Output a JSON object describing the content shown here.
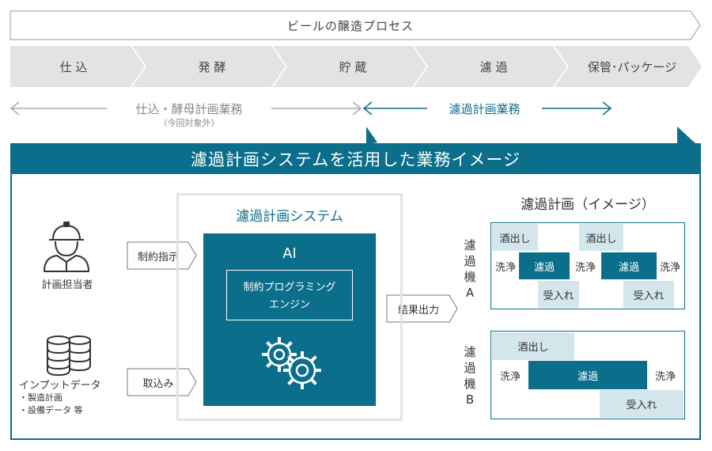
{
  "process": {
    "title": "ビールの醸造プロセス",
    "steps": [
      "仕 込",
      "発 酵",
      "貯 蔵",
      "濾 過",
      "保管･パッケージ"
    ]
  },
  "scope": {
    "out_label": "仕込・酵母計画業務",
    "out_note": "（今回対象外）",
    "in_label": "濾過計画業務"
  },
  "panel": {
    "title": "濾過計画システムを活用した業務イメージ",
    "planner_label": "計画担当者",
    "input_label": "インプットデータ",
    "input_items": [
      "・製造計画",
      "・設備データ 等"
    ],
    "instruction_label": "制約指示",
    "intake_label": "取込み",
    "system_title": "濾過計画システム",
    "ai_label": "AI",
    "engine_line1": "制約プログラミング",
    "engine_line2": "エンジン",
    "output_label": "結果出力",
    "plan_title": "濾過計画（イメージ）"
  },
  "machines": [
    {
      "label_chars": [
        "濾",
        "過",
        "機",
        "A"
      ],
      "cells": [
        {
          "text": "酒出し",
          "style": "light"
        },
        {
          "text": "酒出し",
          "style": "light"
        },
        {
          "text": "洗浄",
          "style": "none"
        },
        {
          "text": "濾過",
          "style": "dark"
        },
        {
          "text": "洗浄",
          "style": "none"
        },
        {
          "text": "濾過",
          "style": "dark"
        },
        {
          "text": "洗浄",
          "style": "none"
        },
        {
          "text": "受入れ",
          "style": "light"
        },
        {
          "text": "受入れ",
          "style": "light"
        }
      ]
    },
    {
      "label_chars": [
        "濾",
        "過",
        "機",
        "B"
      ],
      "cells": [
        {
          "text": "酒出し",
          "style": "light"
        },
        {
          "text": "洗浄",
          "style": "none"
        },
        {
          "text": "濾過",
          "style": "dark"
        },
        {
          "text": "洗浄",
          "style": "none"
        },
        {
          "text": "受入れ",
          "style": "light"
        }
      ]
    }
  ],
  "colors": {
    "accent": "#0b6e8a",
    "light": "#d3e6ec",
    "step_bg": "#e3e3e3"
  }
}
